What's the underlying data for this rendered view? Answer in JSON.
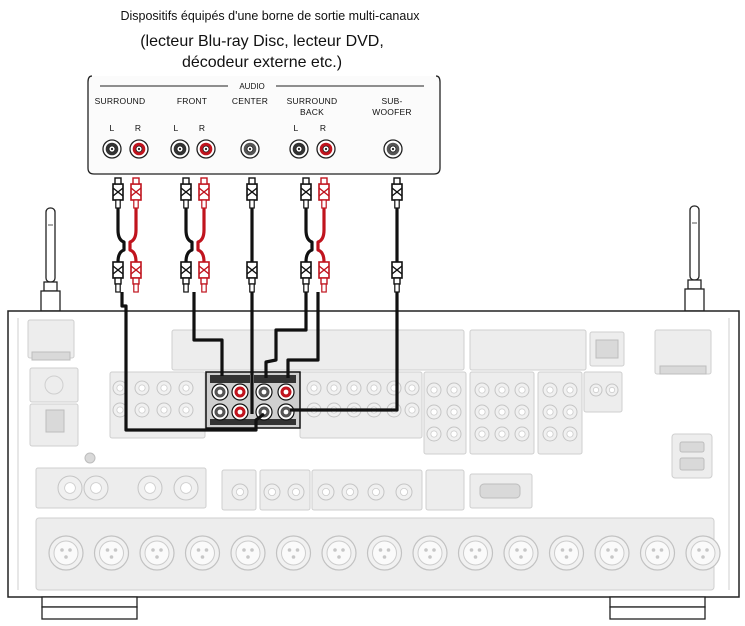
{
  "header": {
    "title": "Dispositifs équipés d'une borne de sortie multi-canaux",
    "subtitle_line1": "(lecteur Blu-ray Disc, lecteur DVD,",
    "subtitle_line2": "décodeur externe etc.)"
  },
  "source_panel": {
    "group_label": "AUDIO",
    "channels": [
      {
        "id": "surround",
        "label": "SURROUND",
        "sub": "",
        "left_label": "L",
        "right_label": "R"
      },
      {
        "id": "front",
        "label": "FRONT",
        "sub": "",
        "left_label": "L",
        "right_label": "R"
      },
      {
        "id": "center",
        "label": "CENTER",
        "sub": ""
      },
      {
        "id": "surround-back",
        "label": "SURROUND",
        "sub": "BACK",
        "left_label": "L",
        "right_label": "R"
      },
      {
        "id": "subwoofer",
        "label": "SUB-",
        "sub": "WOOFER"
      }
    ]
  },
  "colors": {
    "left_channel": "#333333",
    "right_channel": "#c0141e",
    "cable": "#111111",
    "receiver_outline": "#222222",
    "ghost_panel": "#e6e6e6"
  },
  "icons": [
    "antenna-icon",
    "rca-jack-icon",
    "rca-plug-icon",
    "power-inlet-icon"
  ]
}
